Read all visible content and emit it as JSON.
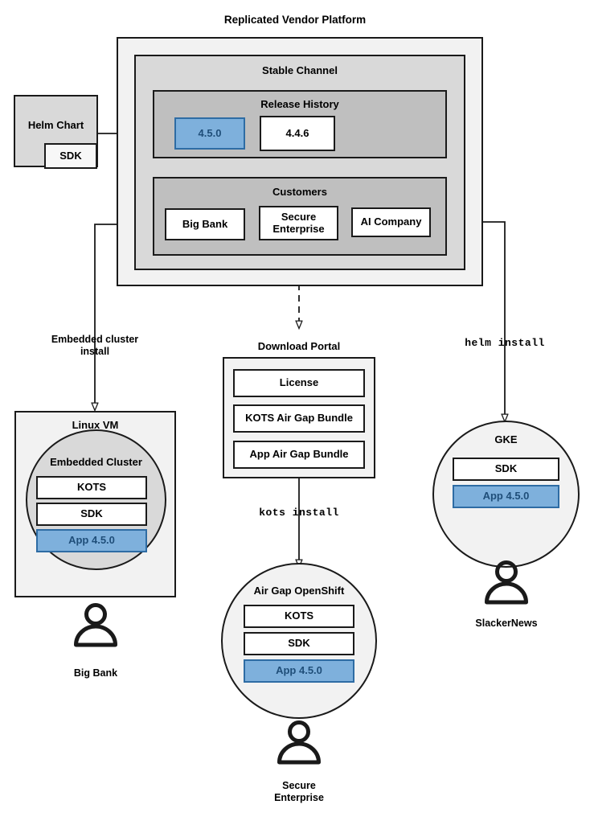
{
  "diagram": {
    "title": "Replicated Vendor Platform"
  },
  "helm_chart": {
    "label": "Helm Chart",
    "sdk_label": "SDK"
  },
  "platform": {
    "channel_title": "Stable Channel",
    "release_history": {
      "title": "Release History",
      "releases": [
        {
          "version": "4.5.0",
          "highlighted": true
        },
        {
          "version": "4.4.6",
          "highlighted": false
        }
      ]
    },
    "customers": {
      "title": "Customers",
      "items": [
        {
          "name": "Big Bank"
        },
        {
          "name": "Secure\nEnterprise",
          "line1": "Secure",
          "line2": "Enterprise"
        },
        {
          "name": "AI Company"
        }
      ]
    }
  },
  "download_portal": {
    "title": "Download Portal",
    "artifacts": [
      {
        "label": "License"
      },
      {
        "label": "KOTS Air Gap Bundle"
      },
      {
        "label": "App Air Gap Bundle"
      }
    ]
  },
  "install_paths": [
    {
      "id": "embedded",
      "label_line1": "Embedded cluster",
      "label_line2": "install",
      "mono": false
    },
    {
      "id": "kots",
      "label": "kots install",
      "mono": true
    },
    {
      "id": "helm",
      "label": "helm install",
      "mono": true
    }
  ],
  "targets": {
    "linux_vm": {
      "title": "Linux VM",
      "cluster_title": "Embedded Cluster",
      "components": [
        {
          "label": "KOTS",
          "highlighted": false
        },
        {
          "label": "SDK",
          "highlighted": false
        },
        {
          "label": "App 4.5.0",
          "highlighted": true
        }
      ],
      "user": "Big Bank"
    },
    "openshift": {
      "title": "Air Gap OpenShift",
      "components": [
        {
          "label": "KOTS",
          "highlighted": false
        },
        {
          "label": "SDK",
          "highlighted": false
        },
        {
          "label": "App 4.5.0",
          "highlighted": true
        }
      ],
      "user_line1": "Secure",
      "user_line2": "Enterprise"
    },
    "gke": {
      "title": "GKE",
      "components": [
        {
          "label": "SDK",
          "highlighted": false
        },
        {
          "label": "App 4.5.0",
          "highlighted": true
        }
      ],
      "user": "SlackerNews"
    }
  },
  "colors": {
    "stroke": "#1a1a1a",
    "panel_l1": "#f2f2f2",
    "panel_l2": "#d9d9d9",
    "panel_l3": "#bfbfbf",
    "accent_fill": "#7eb0dc",
    "accent_border": "#2e6ca4",
    "accent_text": "#1f4e79",
    "white": "#ffffff"
  }
}
